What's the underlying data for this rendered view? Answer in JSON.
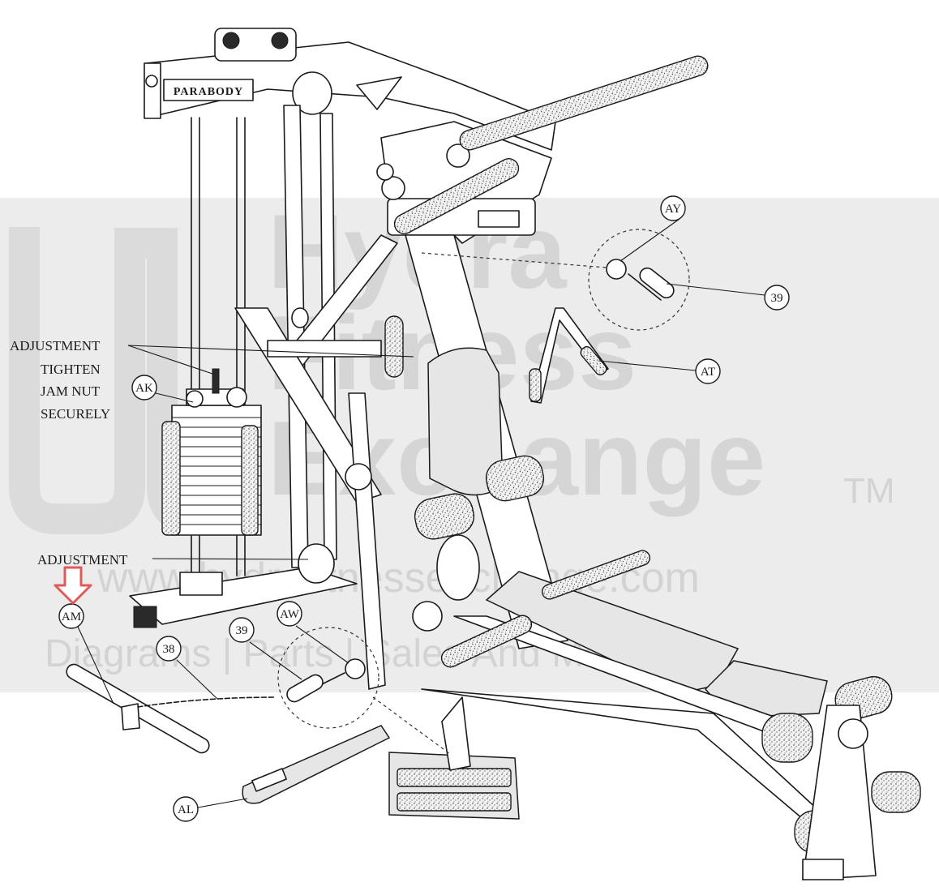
{
  "brand": {
    "logo_text": "PARABODY"
  },
  "notes": {
    "adjustment_top": "ADJUSTMENT",
    "tighten_line1": "TIGHTEN",
    "tighten_line2": "JAM NUT",
    "tighten_line3": "SECURELY",
    "adjustment_bottom": "ADJUSTMENT"
  },
  "callouts": {
    "ay": "AY",
    "c39_right": "39",
    "at": "AT",
    "ak": "AK",
    "am": "AM",
    "c38": "38",
    "c39_left": "39",
    "aw": "AW",
    "al": "AL"
  },
  "watermark": {
    "line1": "Hydra",
    "line2": "Fitness",
    "line3": "Exchange",
    "tm": "TM",
    "url": "www.hydrafitnessexchange.com",
    "tagline": "Diagrams | Parts | Sales And More"
  },
  "colors": {
    "line": "#1a1a1a",
    "watermark_band": "#e6e6e6",
    "arrow": "#e05a5a"
  }
}
